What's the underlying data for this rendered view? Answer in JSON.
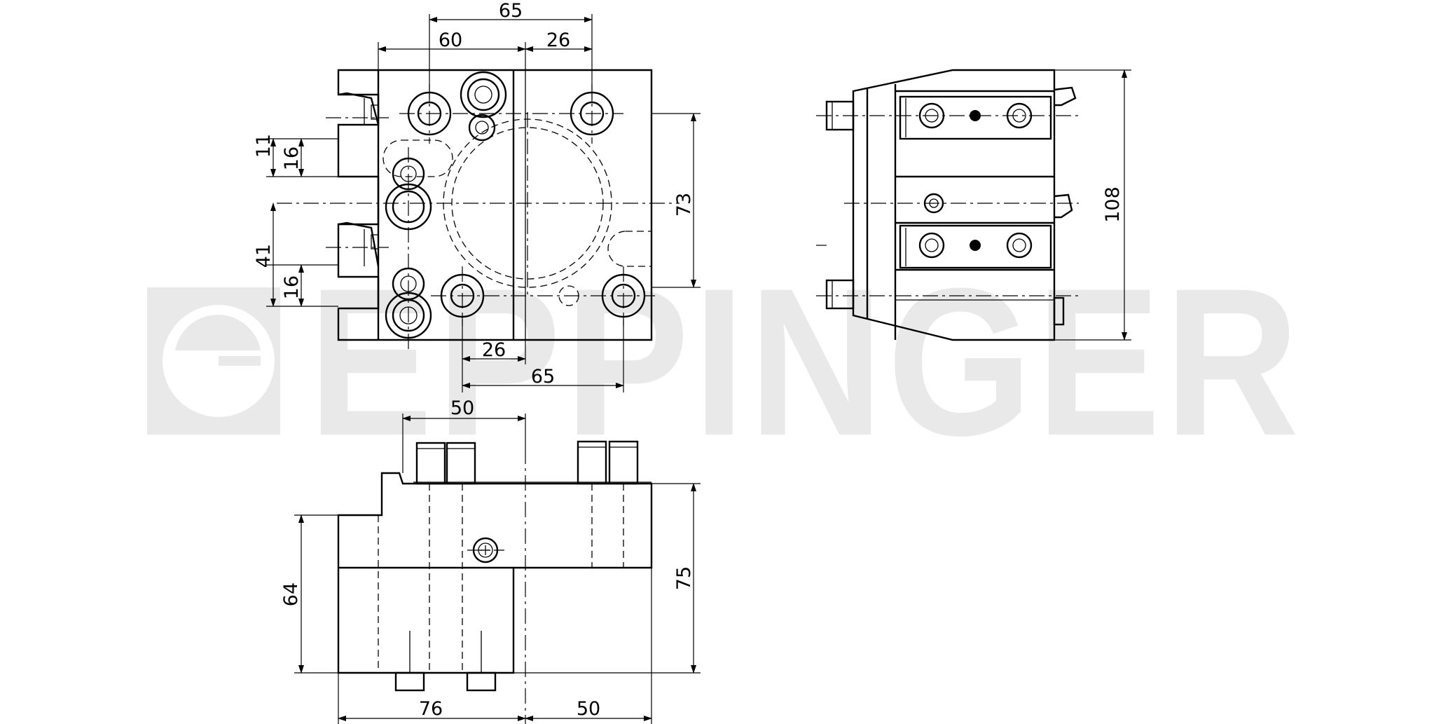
{
  "watermark": {
    "text": "EPPINGER",
    "color": "#e9e9e9"
  },
  "dimensions": {
    "top_view": {
      "d65_top": "65",
      "d60": "60",
      "d26_top": "26",
      "d11": "11",
      "d16_upper": "16",
      "d41": "41",
      "d16_lower": "16",
      "d73": "73",
      "d26_bottom": "26",
      "d65_bottom": "65"
    },
    "side_view": {
      "d108": "108"
    },
    "front_view": {
      "d50_top": "50",
      "d64": "64",
      "d75": "75",
      "d76": "76",
      "d50_bottom": "50"
    }
  }
}
